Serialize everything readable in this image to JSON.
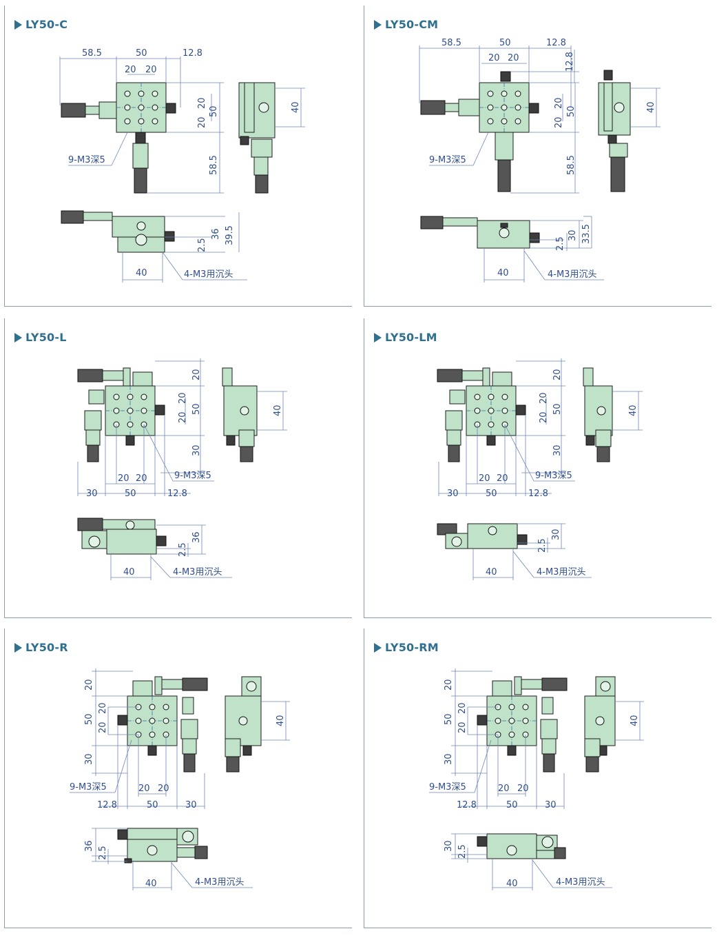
{
  "colors": {
    "title": "#2f6f8f",
    "body": "#bfe2c8",
    "dimension": "#6e86b8",
    "outline": "#1b1b1b"
  },
  "icons": {
    "title_marker": "triangle-right-icon"
  },
  "panels": [
    {
      "title": "LY50-C",
      "top": {
        "d1": "58.5",
        "d2": "50",
        "d3": "12.8",
        "d4": "20",
        "d5": "20",
        "v1": "20",
        "v2": "50",
        "v3": "20",
        "v4": "58.5",
        "note": "9-M3深5"
      },
      "side": {
        "v": "40"
      },
      "front": {
        "v1": "2.5",
        "v2": "36",
        "v3": "39.5",
        "h": "40",
        "note": "4-M3用沉头"
      }
    },
    {
      "title": "LY50-CM",
      "top": {
        "d1": "58.5",
        "d2": "50",
        "d3": "12.8",
        "d4": "20",
        "d5": "20",
        "v0": "12.8",
        "v1": "20",
        "v2": "50",
        "v3": "20",
        "v4": "58.5",
        "note": "9-M3深5"
      },
      "side": {
        "v": "40"
      },
      "front": {
        "v1": "2.5",
        "v2": "30",
        "v3": "33.5",
        "h": "40",
        "note": "4-M3用沉头"
      }
    },
    {
      "title": "LY50-L",
      "top": {
        "v1": "20",
        "v2": "20",
        "v3": "50",
        "v4": "20",
        "v5": "30",
        "h1": "20",
        "h2": "20",
        "h3": "30",
        "h4": "50",
        "h5": "12.8",
        "note": "9-M3深5"
      },
      "side": {
        "v": "40"
      },
      "front": {
        "v1": "2.5",
        "v2": "36",
        "h": "40",
        "note": "4-M3用沉头"
      }
    },
    {
      "title": "LY50-LM",
      "top": {
        "v1": "20",
        "v2": "20",
        "v3": "50",
        "v4": "20",
        "v5": "30",
        "h1": "20",
        "h2": "20",
        "h3": "30",
        "h4": "50",
        "h5": "12.8",
        "note": "9-M3深5"
      },
      "side": {
        "v": "40"
      },
      "front": {
        "v1": "2.5",
        "v2": "30",
        "h": "40",
        "note": "4-M3用沉头"
      }
    },
    {
      "title": "LY50-R",
      "top": {
        "v1": "20",
        "v2": "20",
        "v3": "50",
        "v4": "20",
        "v5": "30",
        "h1": "20",
        "h2": "20",
        "h3": "12.8",
        "h4": "50",
        "h5": "30",
        "note": "9-M3深5"
      },
      "side": {
        "v": "40"
      },
      "front": {
        "v1": "36",
        "v2": "2.5",
        "h": "40",
        "note": "4-M3用沉头"
      }
    },
    {
      "title": "LY50-RM",
      "top": {
        "v1": "20",
        "v2": "20",
        "v3": "50",
        "v4": "20",
        "v5": "30",
        "h1": "20",
        "h2": "20",
        "h3": "12.8",
        "h4": "50",
        "h5": "30",
        "note": "9-M3深5"
      },
      "side": {
        "v": "40"
      },
      "front": {
        "v1": "30",
        "v2": "2.5",
        "h": "40",
        "note": "4-M3用沉头"
      }
    }
  ]
}
